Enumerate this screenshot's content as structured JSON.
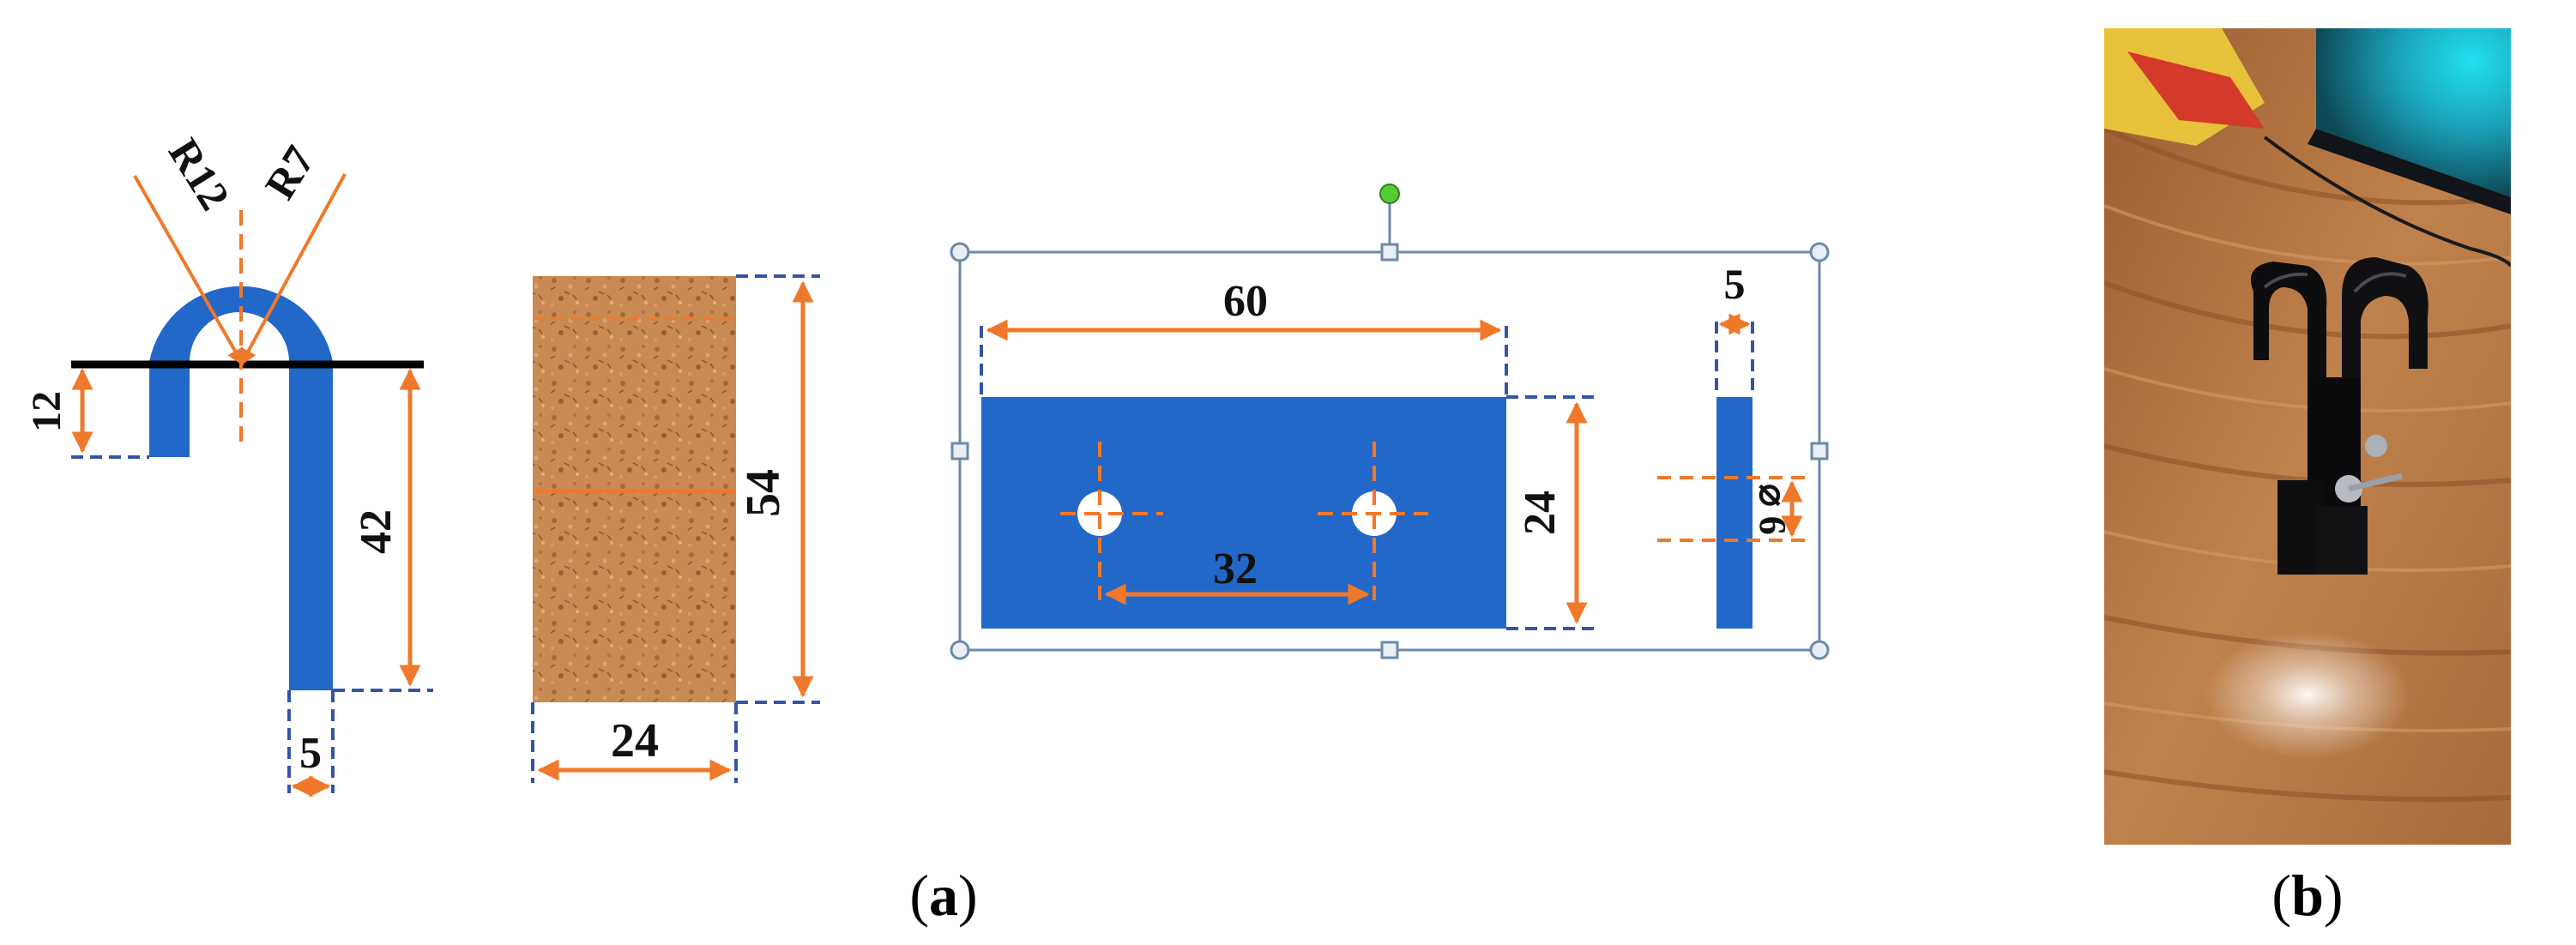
{
  "figure": {
    "colors": {
      "part_blue": "#2268c8",
      "dimension_orange": "#f0782a",
      "extension_dashed_blue": "#3554a6",
      "cork_texture": "#c98a54",
      "selection_frame": "#6a8aa8",
      "rotation_handle_green": "#55cc33",
      "wood_surface": "#b87a45"
    },
    "part_hook": {
      "radius_outer_label": "R12",
      "radius_inner_label": "R7",
      "left_leg_label": "12",
      "right_leg_label": "42",
      "thickness_label": "5"
    },
    "part_pad": {
      "height_label": "54",
      "width_label": "24"
    },
    "part_plate": {
      "length_label": "60",
      "height_label": "24",
      "hole_spacing_label": "32",
      "thickness_label": "5",
      "hole_diameter_label": "⌀ 6"
    },
    "captions": {
      "a": {
        "open": "(",
        "letter": "a",
        "close": ")"
      },
      "b": {
        "open": "(",
        "letter": "b",
        "close": ")"
      }
    },
    "photo": {
      "icon": "photograph-of-black-hook-clamp-icon"
    }
  }
}
